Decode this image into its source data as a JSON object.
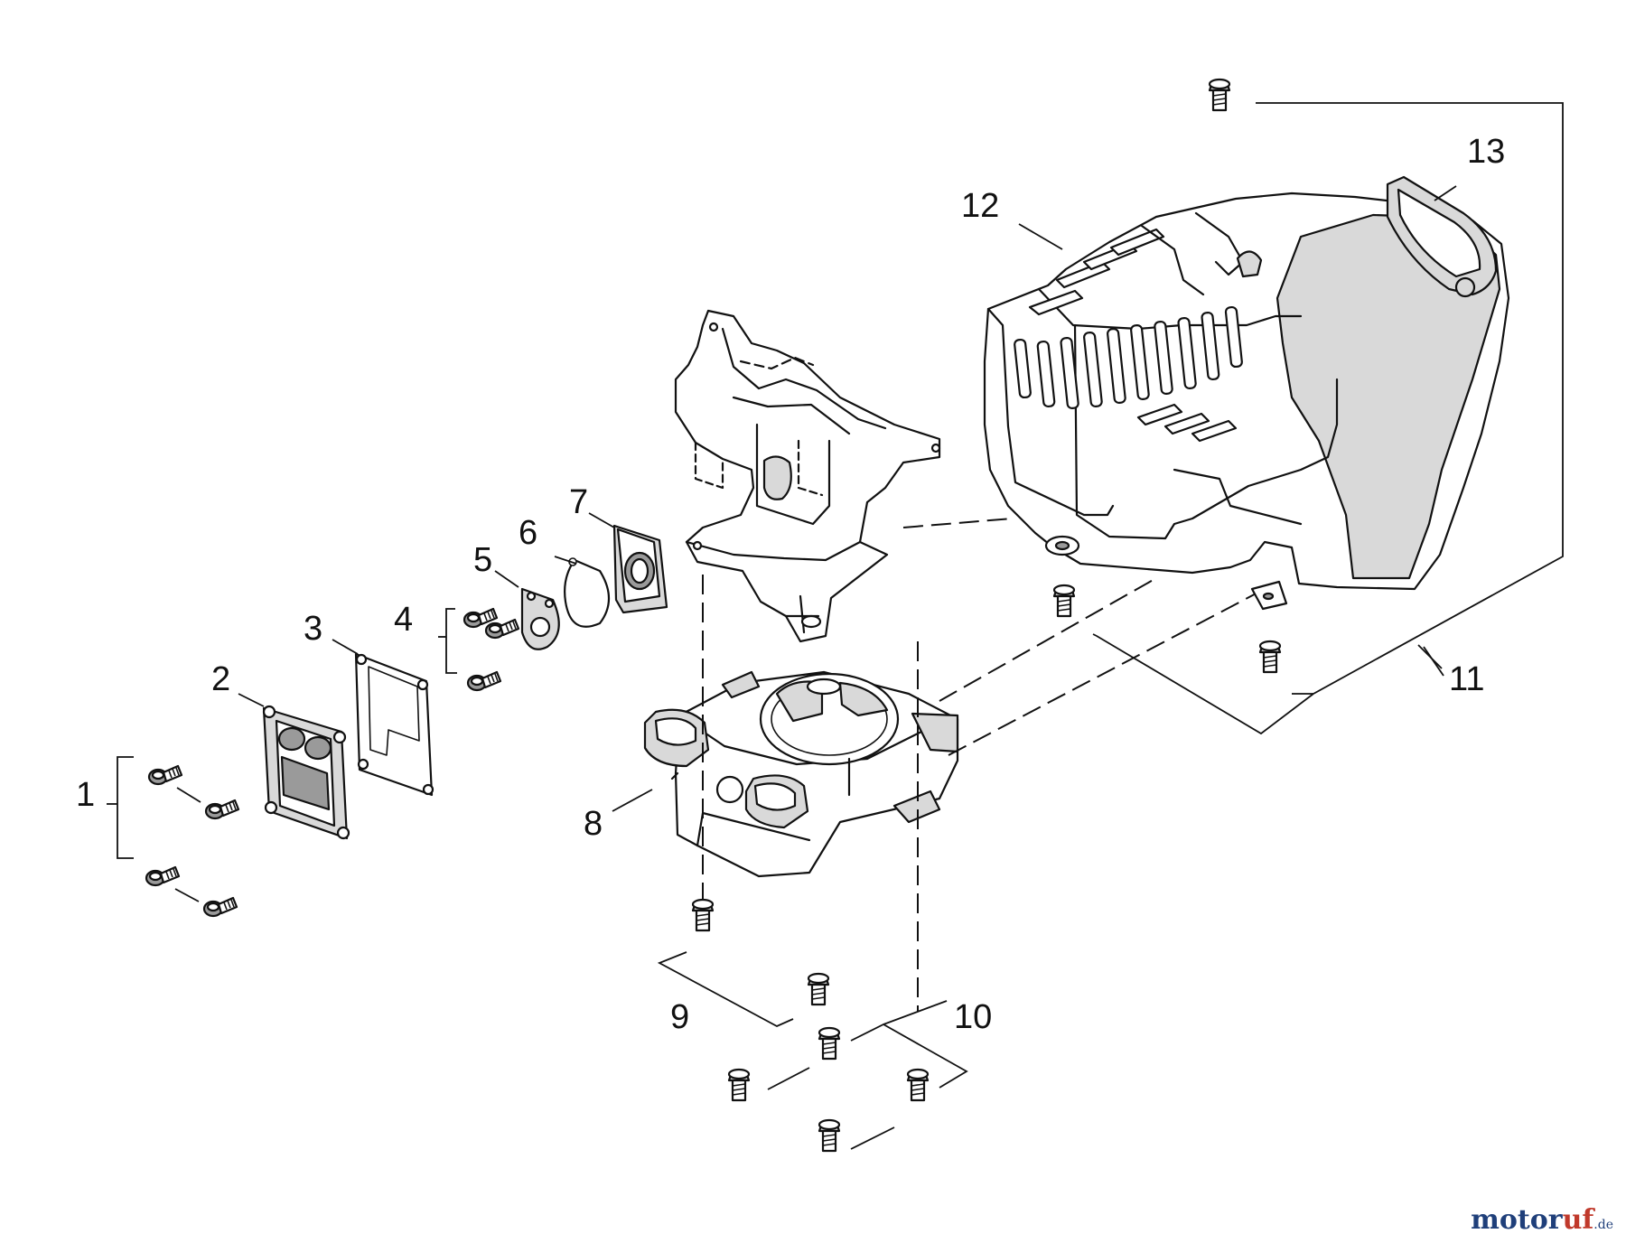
{
  "diagram": {
    "part_labels": {
      "p1": "1",
      "p2": "2",
      "p3": "3",
      "p4": "4",
      "p5": "5",
      "p6": "6",
      "p7": "7",
      "p8": "8",
      "p9": "9",
      "p10": "10",
      "p11": "11",
      "p12": "12",
      "p13": "13"
    }
  },
  "watermark": {
    "main": "motor",
    "accent": "uf",
    "tld": ".de"
  }
}
